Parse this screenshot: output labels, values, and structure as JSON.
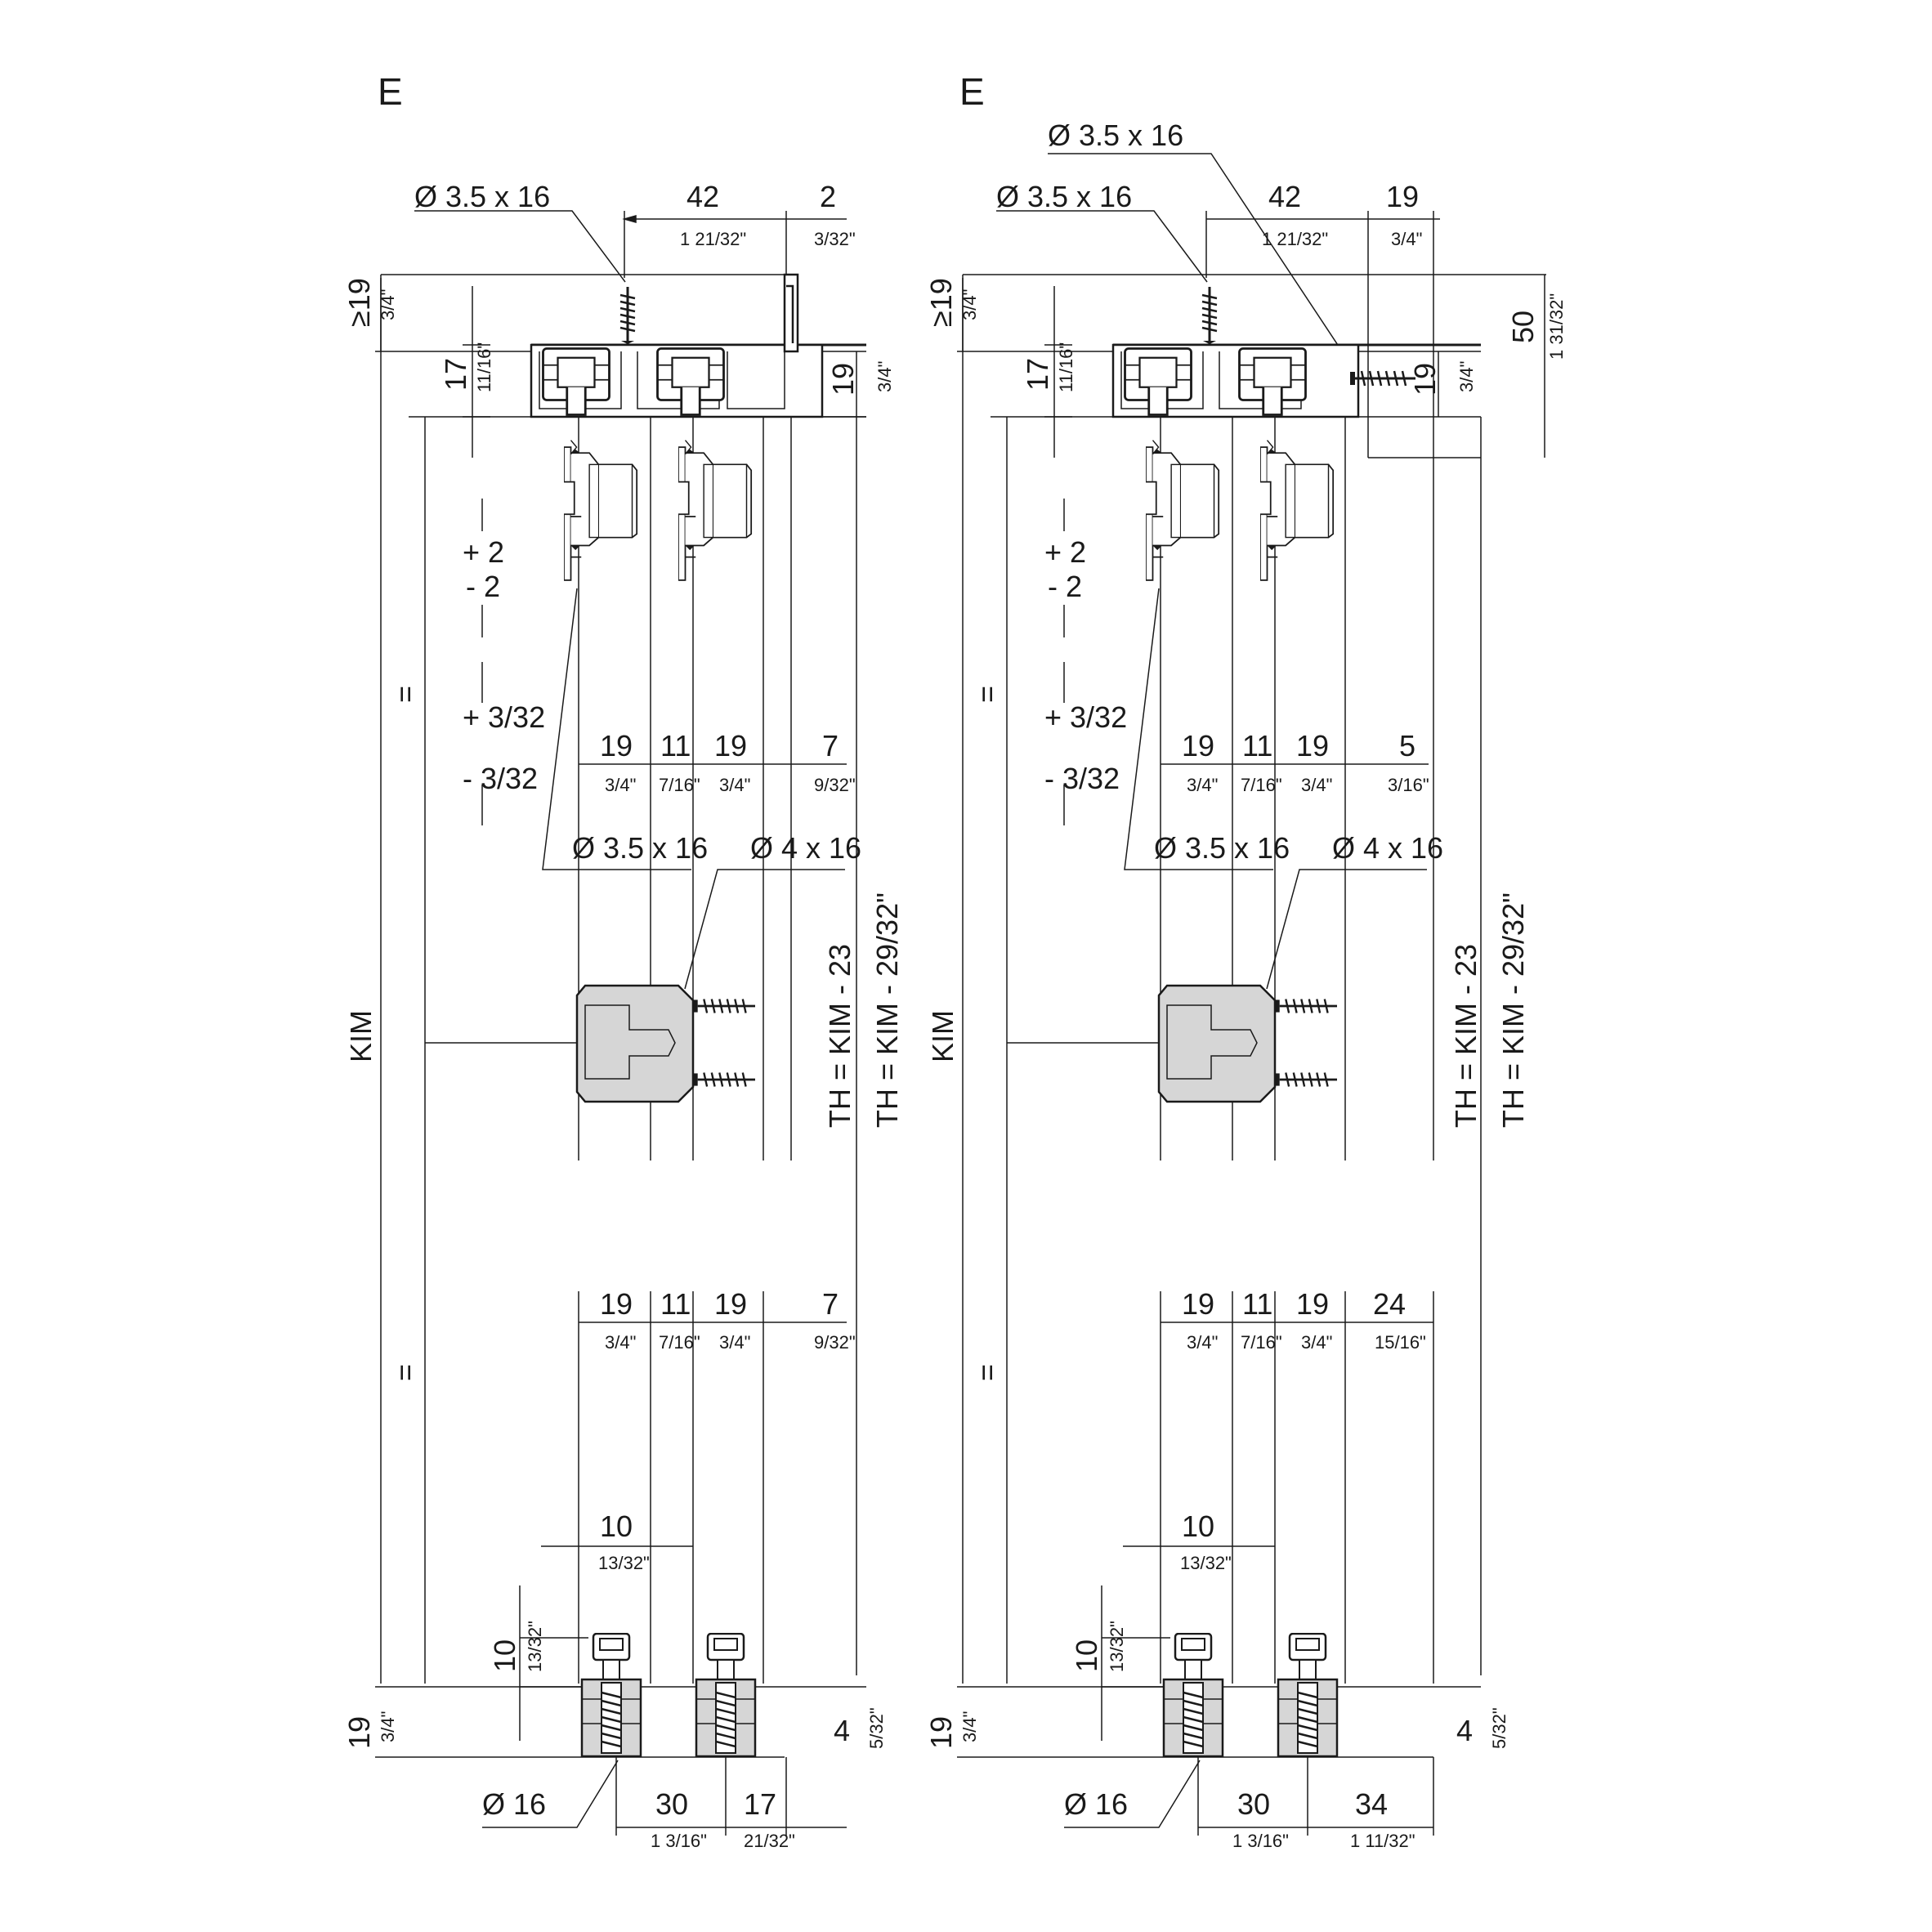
{
  "views": [
    {
      "id": "left",
      "heading": "E",
      "screw_top": "Ø 3.5 x 16",
      "screw_mid": "Ø 3.5 x 16",
      "screw_latch": "Ø 4 x 16",
      "roller_dia": "Ø 16",
      "dims": {
        "top_42": "42",
        "top_42_in": "1 21/32\"",
        "top_right": "2",
        "top_right_in": "3/32\"",
        "ge19": "≥19",
        "ge19_in": "3/4\"",
        "h17": "17",
        "h17_in": "11/16\"",
        "r19": "19",
        "r19_in": "3/4\"",
        "adj1_plus": "+ 2",
        "adj1_minus": "- 2",
        "adj2_plus": "+ 3/32",
        "adj2_minus": "- 3/32",
        "mid_a": "19",
        "mid_a_in": "3/4\"",
        "mid_b": "11",
        "mid_b_in": "7/16\"",
        "mid_c": "19",
        "mid_c_in": "3/4\"",
        "mid_d": "7",
        "mid_d_in": "9/32\"",
        "low_a": "19",
        "low_a_in": "3/4\"",
        "low_b": "11",
        "low_b_in": "7/16\"",
        "low_c": "19",
        "low_c_in": "3/4\"",
        "low_d": "7",
        "low_d_in": "9/32\"",
        "eq": "=",
        "kim": "KIM",
        "th_mm": "TH = KIM - 23",
        "th_in": "TH = KIM - 29/32\"",
        "w10": "10",
        "w10_in": "13/32\"",
        "h10": "10",
        "h10_in": "13/32\"",
        "b19": "19",
        "b19_in": "3/4\"",
        "b4": "4",
        "b4_in": "5/32\"",
        "bot_30": "30",
        "bot_30_in": "1 3/16\"",
        "bot_r": "17",
        "bot_r_in": "21/32\""
      }
    },
    {
      "id": "right",
      "heading": "E",
      "screw_extra": "Ø 3.5 x 16",
      "screw_top": "Ø 3.5 x 16",
      "screw_mid": "Ø 3.5 x 16",
      "screw_latch": "Ø 4 x 16",
      "roller_dia": "Ø 16",
      "dims": {
        "top_42": "42",
        "top_42_in": "1 21/32\"",
        "top_right": "19",
        "top_right_in": "3/4\"",
        "ge19": "≥19",
        "ge19_in": "3/4\"",
        "h17": "17",
        "h17_in": "11/16\"",
        "r19": "19",
        "r19_in": "3/4\"",
        "h50": "50",
        "h50_in": "1 31/32\"",
        "adj1_plus": "+ 2",
        "adj1_minus": "- 2",
        "adj2_plus": "+ 3/32",
        "adj2_minus": "- 3/32",
        "mid_a": "19",
        "mid_a_in": "3/4\"",
        "mid_b": "11",
        "mid_b_in": "7/16\"",
        "mid_c": "19",
        "mid_c_in": "3/4\"",
        "mid_d": "5",
        "mid_d_in": "3/16\"",
        "low_a": "19",
        "low_a_in": "3/4\"",
        "low_b": "11",
        "low_b_in": "7/16\"",
        "low_c": "19",
        "low_c_in": "3/4\"",
        "low_d": "24",
        "low_d_in": "15/16\"",
        "eq": "=",
        "kim": "KIM",
        "th_mm": "TH = KIM - 23",
        "th_in": "TH = KIM - 29/32\"",
        "w10": "10",
        "w10_in": "13/32\"",
        "h10": "10",
        "h10_in": "13/32\"",
        "b19": "19",
        "b19_in": "3/4\"",
        "b4": "4",
        "b4_in": "5/32\"",
        "bot_30": "30",
        "bot_30_in": "1 3/16\"",
        "bot_r": "34",
        "bot_r_in": "1 11/32\""
      }
    }
  ]
}
